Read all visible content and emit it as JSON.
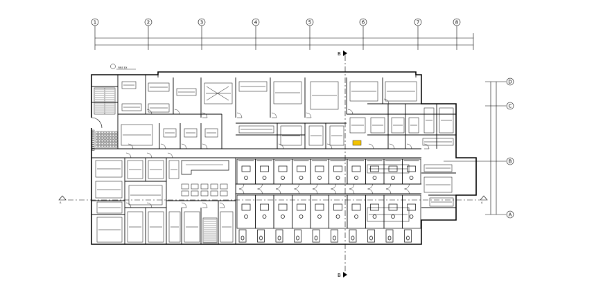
{
  "drawing": {
    "column_grid": [
      "1",
      "2",
      "3",
      "4",
      "5",
      "6",
      "7",
      "8"
    ],
    "row_grid": [
      "D",
      "C",
      "B",
      "A"
    ],
    "section_marks": [
      "B",
      "B",
      "A",
      "A"
    ],
    "stamp_text": "FIRE EX"
  },
  "colors": {
    "line": "#000000",
    "background": "#ffffff",
    "accent_highlight": "#f2c200"
  }
}
